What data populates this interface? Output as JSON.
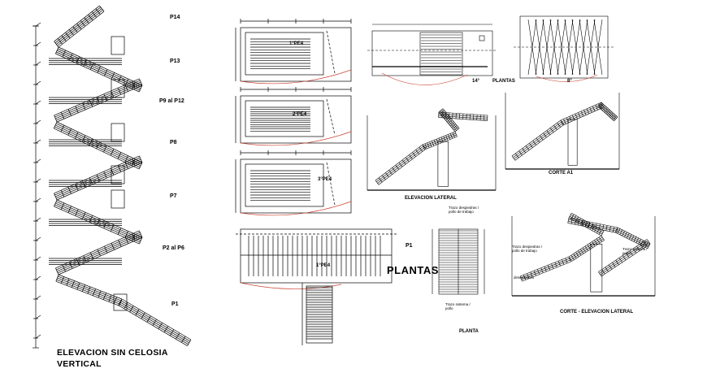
{
  "elevation": {
    "levels": [
      "P14",
      "P13",
      "P9 al P12",
      "P8",
      "P7",
      "P2 al P6",
      "P1"
    ],
    "title_line1": "ELEVACION SIN CELOSIA",
    "title_line2": "VERTICAL"
  },
  "plans": {
    "tags": [
      "1°PE4",
      "2°PE4",
      "3°PE4",
      "1°PE4"
    ],
    "right_level": "P1",
    "right_title": "PLANTAS"
  },
  "details": {
    "plantas_small": "PLANTAS",
    "small_14": "14°",
    "small_8": "8°",
    "corte_a1": "CORTE A1",
    "elevacion_lateral": "ELEVACION LATERAL",
    "planta": "PLANTA",
    "corte_elevacion_lateral": "CORTE - ELEVACION LATERAL",
    "note_top": "Trazo despiedras / pollo de trabajo",
    "note_bottom": "Trazo sistema / pollo",
    "note_right": "Trazo sistema / pollo",
    "note_left": "Trazo despiedras / pollo de trabajo",
    "note_dims": "dimensiones"
  }
}
